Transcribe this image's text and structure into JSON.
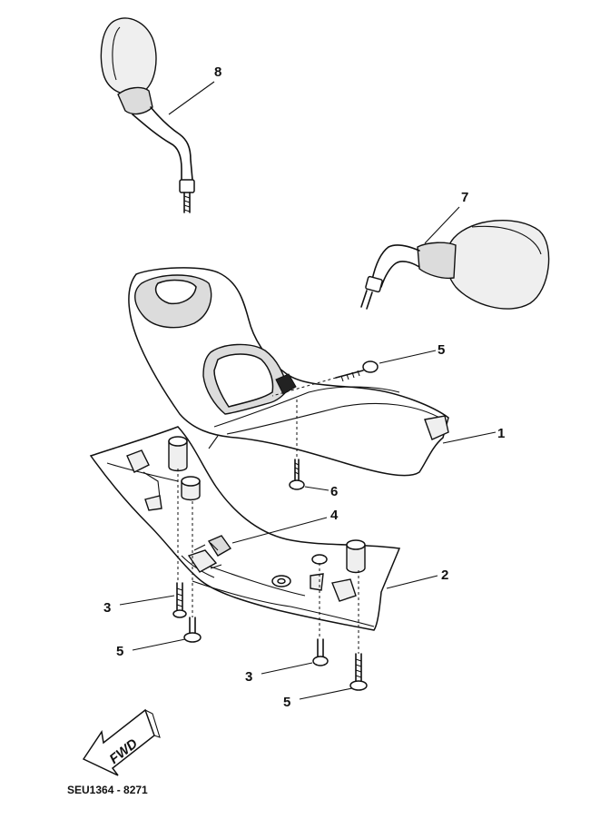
{
  "diagram": {
    "callouts": [
      "8",
      "7",
      "5",
      "1",
      "6",
      "4",
      "2",
      "3",
      "5",
      "3",
      "5"
    ],
    "fwd_label": "FWD",
    "code": "SEU1364 - 8271"
  }
}
